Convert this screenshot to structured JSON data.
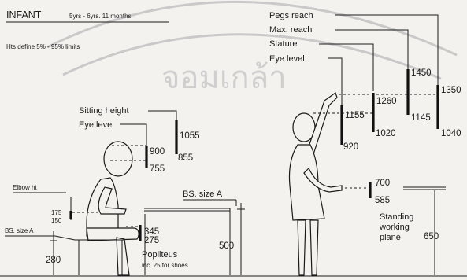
{
  "title": {
    "main": "INFANT",
    "age_range": "5yrs - 6yrs. 11 months",
    "note": "Hts define 5% - 95% limits"
  },
  "watermark": {
    "text": "จอมเกล้า"
  },
  "seated": {
    "sitting_height_label": "Sitting height",
    "eye_level_label": "Eye level",
    "elbow_label": "Elbow ht",
    "bs_size_seat": "BS. size A",
    "bs_size_table": "BS. size A",
    "popliteus_label": "Popliteus",
    "popliteus_note": "inc. 25 for shoes",
    "values": {
      "sitting_height_max": "1055",
      "sitting_height_min": "855",
      "eye_max": "900",
      "eye_min": "755",
      "elbow_max": "175",
      "elbow_min": "150",
      "seat_height": "280",
      "popliteus_max": "345",
      "popliteus_min": "275",
      "table_height": "500"
    }
  },
  "standing": {
    "pegs_reach_label": "Pegs reach",
    "max_reach_label": "Max. reach",
    "stature_label": "Stature",
    "eye_level_label": "Eye level",
    "working_plane_label": [
      "Standing",
      "working",
      "plane"
    ],
    "values": {
      "pegs_max": "1350",
      "pegs_min": "1040",
      "reach_max": "1450",
      "reach_min": "1145",
      "stature_max": "1260",
      "stature_min": "1020",
      "eye_max": "1155",
      "eye_min": "920",
      "working_max": "700",
      "working_min": "585",
      "bench_height": "650"
    }
  }
}
